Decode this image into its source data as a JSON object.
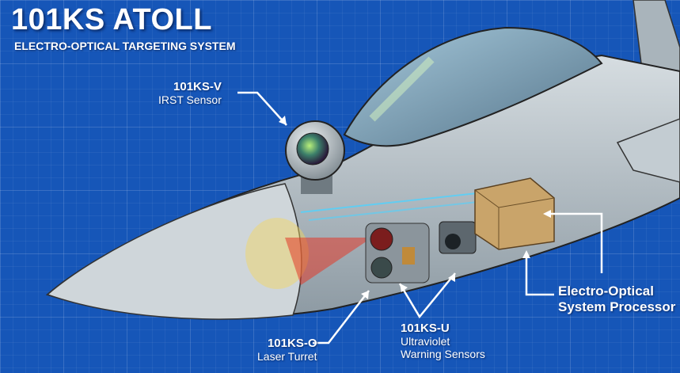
{
  "header": {
    "title": "101KS ATOLL",
    "subtitle": "ELECTRO-OPTICAL TARGETING SYSTEM"
  },
  "callouts": [
    {
      "code": "101KS-V",
      "desc": "IRST Sensor"
    },
    {
      "code": "101KS-O",
      "desc": "Laser Turret"
    },
    {
      "code": "101KS-U",
      "desc1": "Ultraviolet",
      "desc2": "Warning Sensors"
    },
    {
      "line1": "Electro-Optical",
      "line2": "System Processor"
    }
  ],
  "colors": {
    "background": "#1656b8",
    "fuselage": "#b9c3c9",
    "processor": "#c9a46a",
    "laser": "#e23a2a"
  }
}
